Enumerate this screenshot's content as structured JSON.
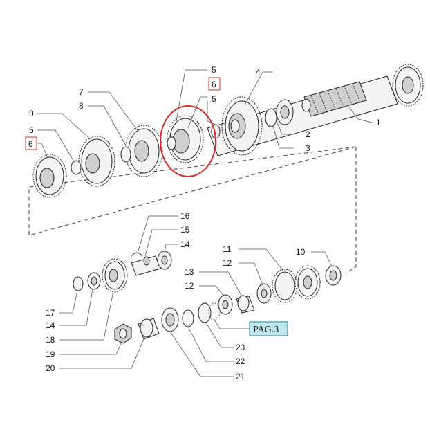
{
  "callouts": {
    "c1": "1",
    "c2": "2",
    "c3": "3",
    "c4": "4",
    "c5a": "5",
    "c6a": "6",
    "c5b": "5",
    "c7": "7",
    "c8": "8",
    "c9": "9",
    "c5c": "5",
    "c6b": "6",
    "c16": "16",
    "c15": "15",
    "c14a": "14",
    "c11": "11",
    "c10": "10",
    "c12a": "12",
    "c13": "13",
    "c12b": "12",
    "c17": "17",
    "c14b": "14",
    "c18": "18",
    "c19": "19",
    "c20": "20",
    "c23": "23",
    "c22": "22",
    "c21": "21"
  },
  "reference_tag": "PAG.3",
  "colors": {
    "highlight": "#d62828",
    "tag_fill": "#bfe9ee"
  }
}
